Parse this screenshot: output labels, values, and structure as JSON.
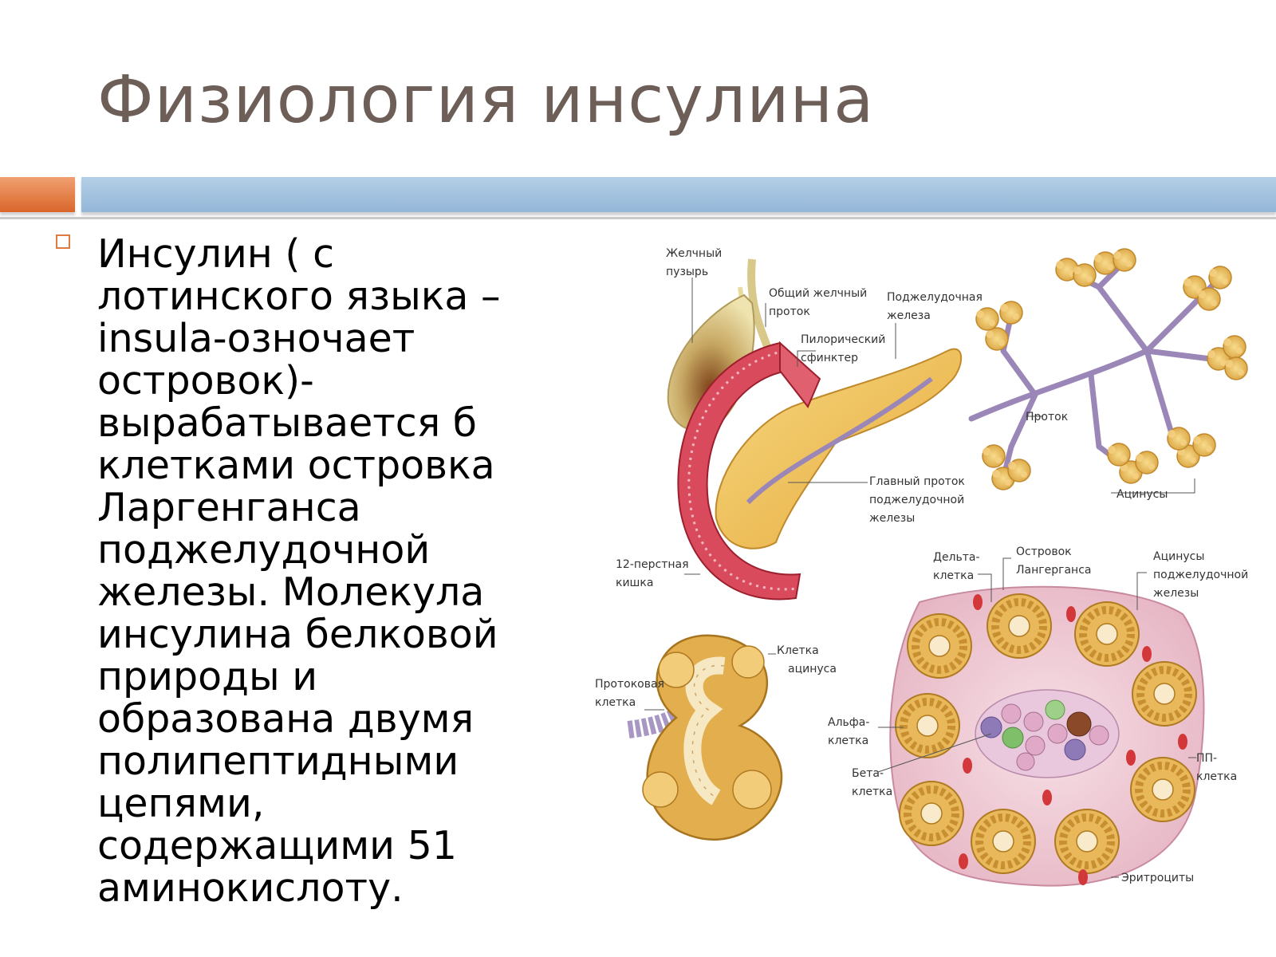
{
  "slide": {
    "title": "Физиология инсулина",
    "bullets": [
      "Инсулин ( с лотинского языка – insula-озночает островок)-вырабатывается б клетками островка Ларгенганса поджелудочной железы. Молекула инсулина белковой природы и образована двумя полипептидными цепями, содержащими 51 аминокислоту."
    ]
  },
  "colors": {
    "title": "#6d5f58",
    "accent_orange": "#d9662b",
    "accent_blue": "#94b6d8",
    "bullet_marker": "#e07a3f"
  },
  "figure": {
    "labels": {
      "gallbladder_1": "Желчный",
      "gallbladder_2": "пузырь",
      "common_duct_1": "Общий желчный",
      "common_duct_2": "проток",
      "pancreas_1": "Поджелудочная",
      "pancreas_2": "железа",
      "pyloric_1": "Пилорический",
      "pyloric_2": "сфинктер",
      "duct": "Проток",
      "main_duct_1": "Главный проток",
      "main_duct_2": "поджелудочной",
      "main_duct_3": "железы",
      "acini": "Ацинусы",
      "duodenum_1": "12-перстная",
      "duodenum_2": "кишка",
      "delta_1": "Дельта-",
      "delta_2": "клетка",
      "islet_1": "Островок",
      "islet_2": "Лангерганса",
      "pancreas_acini_1": "Ацинусы",
      "pancreas_acini_2": "поджелудочной",
      "pancreas_acini_3": "железы",
      "acinus_cell_1": "Клетка",
      "acinus_cell_2": "ацинуса",
      "duct_cell_1": "Протоковая",
      "duct_cell_2": "клетка",
      "alpha_1": "Альфа-",
      "alpha_2": "клетка",
      "beta_1": "Бета-",
      "beta_2": "клетка",
      "pp_1": "ПП-",
      "pp_2": "клетка",
      "erythrocytes": "Эритроциты"
    }
  }
}
